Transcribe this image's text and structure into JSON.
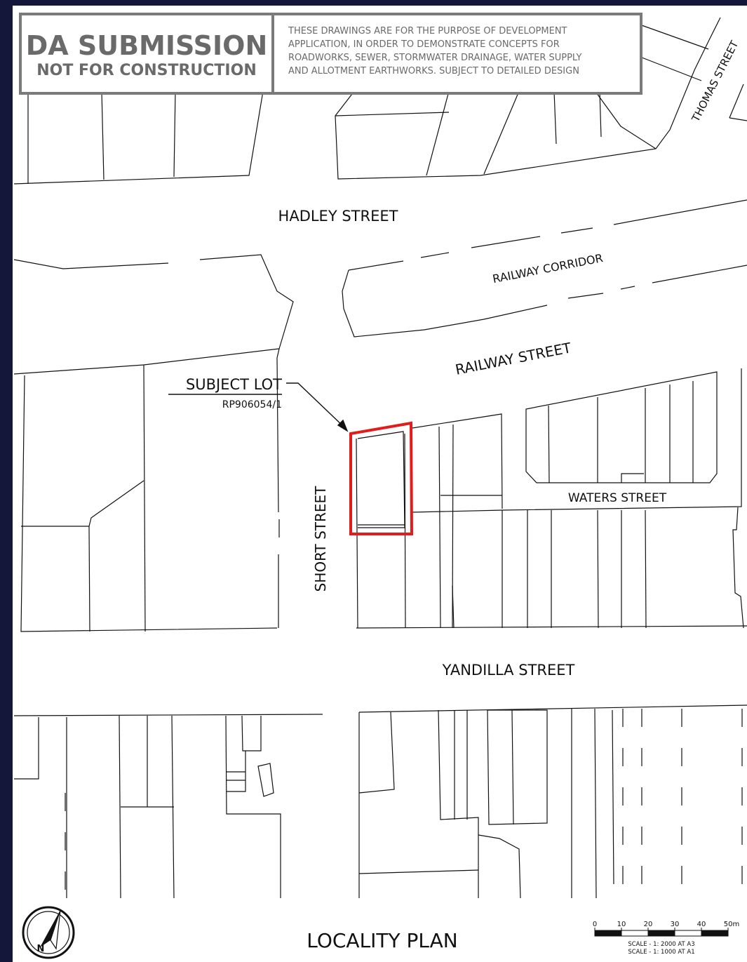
{
  "stamp": {
    "title": "DA SUBMISSION",
    "subtitle": "NOT FOR CONSTRUCTION",
    "notes": [
      "THESE DRAWINGS ARE FOR THE PURPOSE OF DEVELOPMENT",
      "APPLICATION, IN ORDER TO DEMONSTRATE CONCEPTS FOR",
      "ROADWORKS, SEWER, STORMWATER DRAINAGE, WATER SUPPLY",
      "AND ALLOTMENT EARTHWORKS. SUBJECT TO DETAILED DESIGN"
    ]
  },
  "streets": {
    "thomas": "THOMAS STREET",
    "hadley": "HADLEY STREET",
    "railway_corridor": "RAILWAY CORRIDOR",
    "railway": "RAILWAY STREET",
    "waters": "WATERS STREET",
    "short": "SHORT STREET",
    "yandilla": "YANDILLA STREET"
  },
  "subject": {
    "label": "SUBJECT LOT",
    "ref": "RP906054/1",
    "highlight_color": "#e31b1b"
  },
  "plan_title": "LOCALITY PLAN",
  "north_arrow": {
    "icon": "north-arrow-icon",
    "letter": "N"
  },
  "scale_bar": {
    "ticks": [
      "0",
      "10",
      "20",
      "30",
      "40",
      "50m"
    ],
    "notes": [
      "SCALE - 1: 2000 AT A3",
      "SCALE - 1: 1000 AT A1"
    ]
  },
  "colors": {
    "frame": "#14163a",
    "stamp_border": "#7a7a7a",
    "stamp_text": "#6a6a6a",
    "linework": "#111111"
  }
}
